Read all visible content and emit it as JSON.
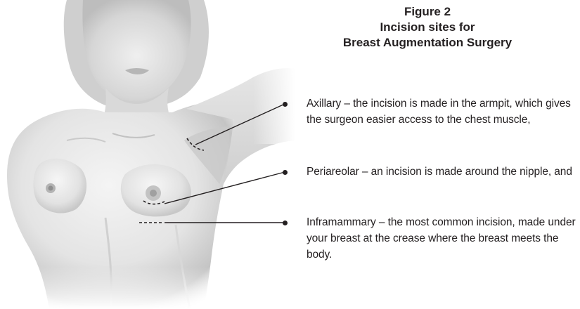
{
  "caption": {
    "figure_number": "Figure 2",
    "line1": "Incision sites for",
    "line2": "Breast Augmentation Surgery"
  },
  "items": [
    {
      "text": "Axillary – the incision is made in the armpit, which gives the surgeon easier access to the chest muscle,"
    },
    {
      "text": "Periareolar – an incision is made around the nipple, and"
    },
    {
      "text": "Inframammary – the most common incision, made under your breast at the crease where the breast meets the body."
    }
  ],
  "colors": {
    "text": "#231f20",
    "skin_light": "#f2f2f2",
    "skin_shadow": "#9a9a9a",
    "incision_line": "#231f20"
  },
  "icons": [
    "bullet-dot",
    "pointer-line",
    "dashed-incision-mark"
  ]
}
